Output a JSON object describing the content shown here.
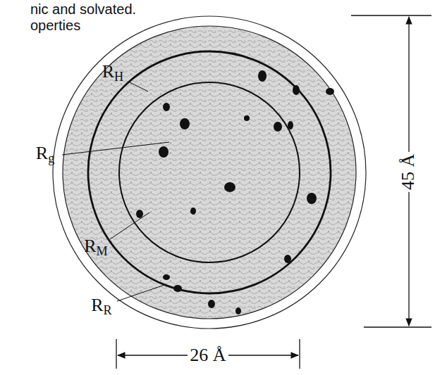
{
  "diagram": {
    "labels": [
      "nic and solvated.",
      "operties",
      "RH",
      "Rg",
      "RM",
      "RR",
      "45 Å",
      "26 Å"
    ]
  }
}
